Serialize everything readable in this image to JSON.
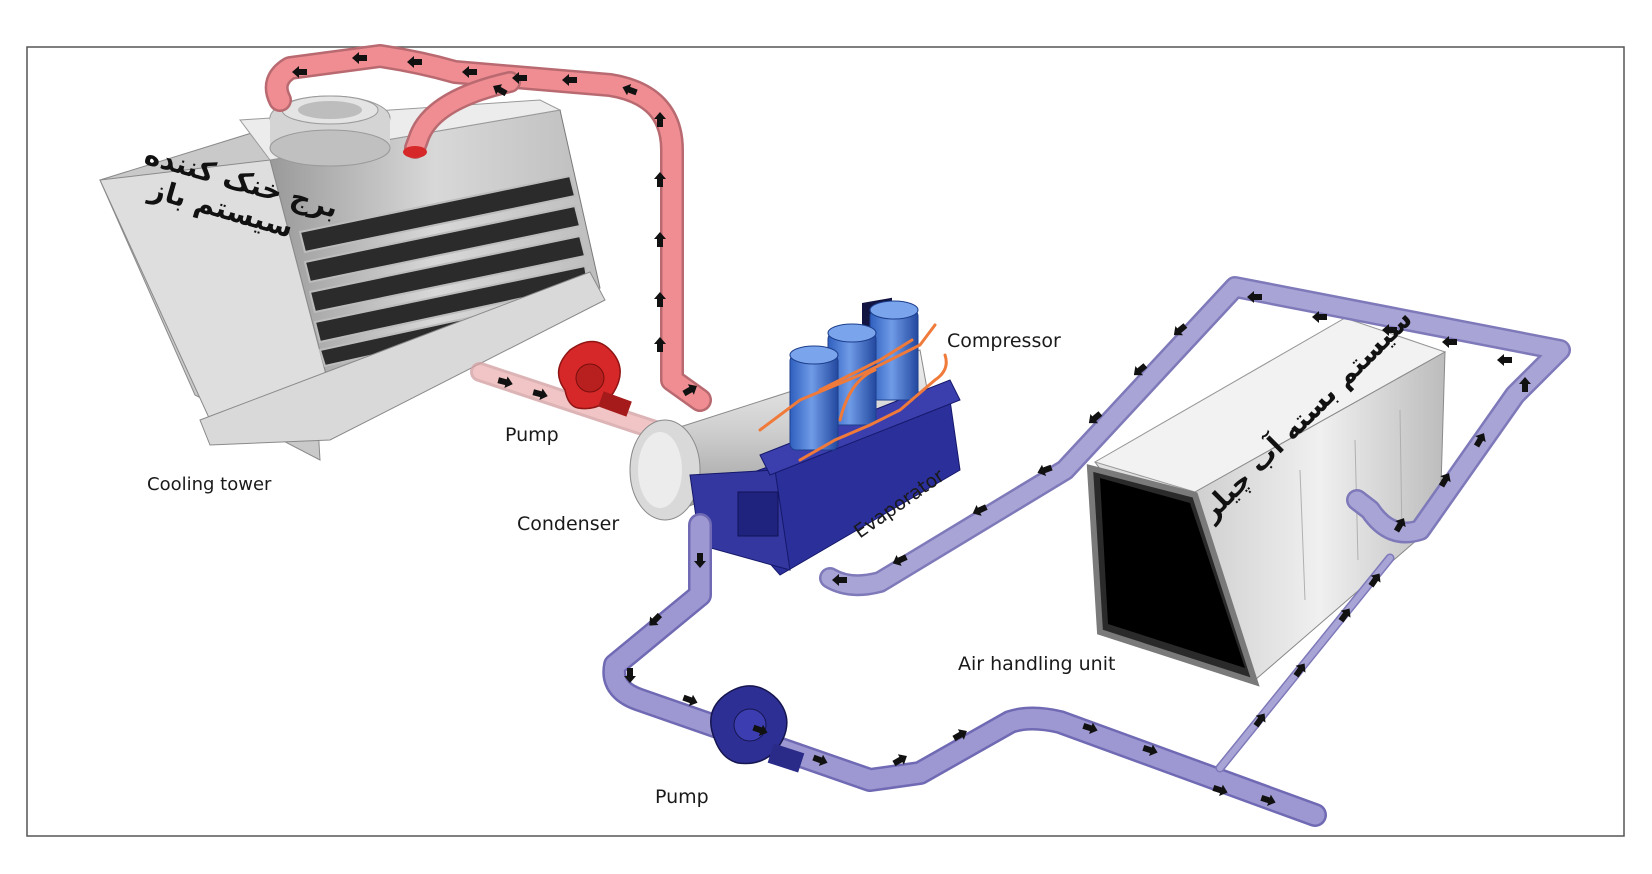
{
  "labels": {
    "compressor": "Compressor",
    "pump_top": "Pump",
    "pump_bottom": "Pump",
    "cooling_tower": "Cooling tower",
    "condenser": "Condenser",
    "evaporator": "Evaporator",
    "air_handling_unit": "Air handling unit"
  },
  "persian": {
    "tower_line1": "برج خنک کننده",
    "tower_line2": "سیستم باز",
    "ahu_text": "سیستم بسته آب چیلر"
  },
  "colors": {
    "condenser_loop": "#ef8d92",
    "chilled_loop": "#a9a4d6",
    "pump_red": "#d62828",
    "pump_blue": "#2e2f95",
    "frame": "#555555"
  },
  "icons": [
    "flow-arrow-icon"
  ]
}
